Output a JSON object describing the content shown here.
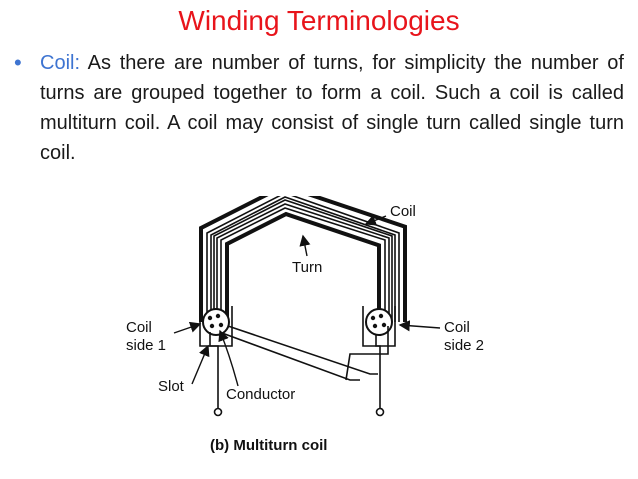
{
  "slide": {
    "title": "Winding Terminologies",
    "bullet": {
      "term": "Coil:",
      "text": "As there are number of turns, for simplicity the number of turns are grouped together to form a coil. Such a coil is called multiturn coil. A coil may consist of single turn called single turn coil."
    }
  },
  "diagram": {
    "labels": {
      "coil": "Coil",
      "turn": "Turn",
      "coil_side1_line1": "Coil",
      "coil_side1_line2": "side 1",
      "coil_side2_line1": "Coil",
      "coil_side2_line2": "side 2",
      "slot": "Slot",
      "conductor": "Conductor"
    },
    "caption": "(b) Multiturn coil"
  }
}
